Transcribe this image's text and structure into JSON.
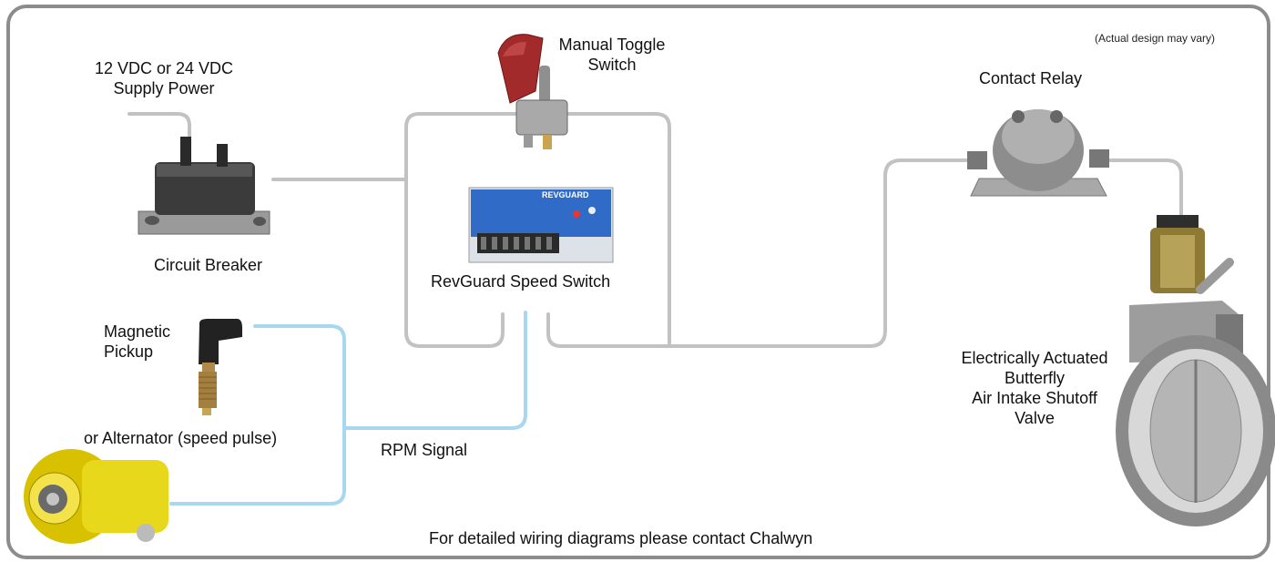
{
  "note": "(Actual design may vary)",
  "labels": {
    "supply_power_line1": "12 VDC or 24 VDC",
    "supply_power_line2": "Supply Power",
    "circuit_breaker": "Circuit Breaker",
    "toggle_line1": "Manual Toggle",
    "toggle_line2": "Switch",
    "revguard": "RevGuard Speed Switch",
    "contact_relay": "Contact Relay",
    "magnetic_pickup_line1": "Magnetic",
    "magnetic_pickup_line2": "Pickup",
    "alternator": "or Alternator (speed pulse)",
    "rpm_signal": "RPM Signal",
    "valve_line1": "Electrically Actuated",
    "valve_line2": "Butterfly",
    "valve_line3": "Air Intake Shutoff",
    "valve_line4": "Valve",
    "footer": "For detailed wiring diagrams please contact Chalwyn"
  },
  "module_text": {
    "brand": "REVGUARD"
  },
  "colors": {
    "power_wire": "#c2c2c2",
    "signal_wire": "#a8d8ef",
    "frame": "#8c8c8c"
  }
}
